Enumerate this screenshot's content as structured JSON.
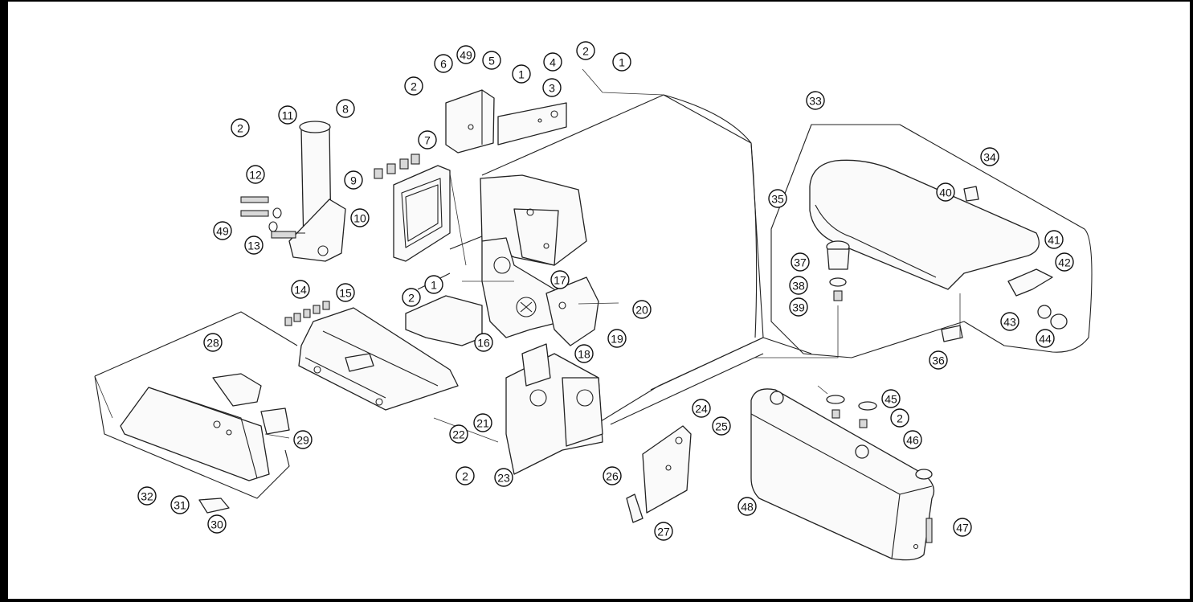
{
  "diagram": {
    "kind": "exploded-parts-view",
    "callouts": [
      {
        "label": "1"
      },
      {
        "label": "1"
      },
      {
        "label": "1"
      },
      {
        "label": "2"
      },
      {
        "label": "2"
      },
      {
        "label": "2"
      },
      {
        "label": "2"
      },
      {
        "label": "2"
      },
      {
        "label": "2"
      },
      {
        "label": "3"
      },
      {
        "label": "4"
      },
      {
        "label": "5"
      },
      {
        "label": "6"
      },
      {
        "label": "7"
      },
      {
        "label": "8"
      },
      {
        "label": "9"
      },
      {
        "label": "10"
      },
      {
        "label": "11"
      },
      {
        "label": "12"
      },
      {
        "label": "13"
      },
      {
        "label": "14"
      },
      {
        "label": "15"
      },
      {
        "label": "16"
      },
      {
        "label": "17"
      },
      {
        "label": "18"
      },
      {
        "label": "19"
      },
      {
        "label": "20"
      },
      {
        "label": "21"
      },
      {
        "label": "22"
      },
      {
        "label": "23"
      },
      {
        "label": "24"
      },
      {
        "label": "25"
      },
      {
        "label": "26"
      },
      {
        "label": "27"
      },
      {
        "label": "28"
      },
      {
        "label": "29"
      },
      {
        "label": "30"
      },
      {
        "label": "31"
      },
      {
        "label": "32"
      },
      {
        "label": "33"
      },
      {
        "label": "34"
      },
      {
        "label": "35"
      },
      {
        "label": "36"
      },
      {
        "label": "37"
      },
      {
        "label": "38"
      },
      {
        "label": "39"
      },
      {
        "label": "40"
      },
      {
        "label": "41"
      },
      {
        "label": "42"
      },
      {
        "label": "43"
      },
      {
        "label": "44"
      },
      {
        "label": "45"
      },
      {
        "label": "46"
      },
      {
        "label": "47"
      },
      {
        "label": "48"
      },
      {
        "label": "49"
      },
      {
        "label": "49"
      }
    ]
  }
}
